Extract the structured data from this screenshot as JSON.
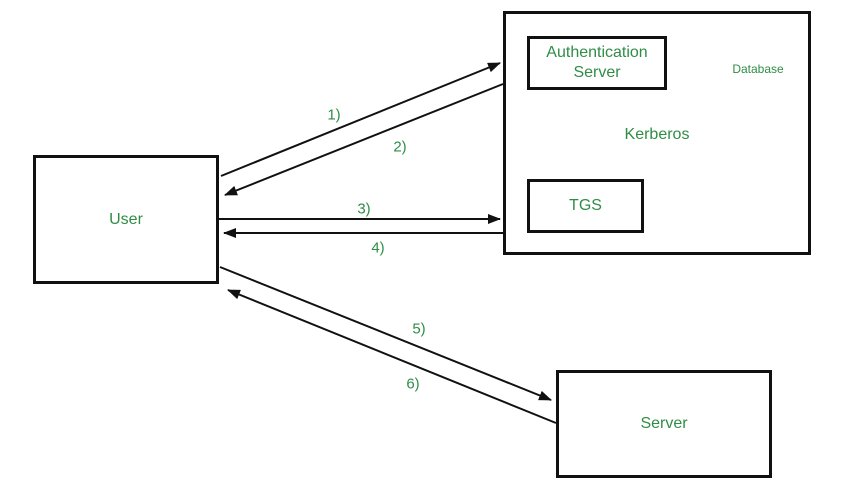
{
  "diagram": {
    "background_color": "#ffffff",
    "line_color": "#111111",
    "text_color": "#2F8D46",
    "nodes": {
      "user": {
        "label": "User",
        "shape": "rectangle"
      },
      "kerberos": {
        "label": "Kerberos",
        "shape": "rectangle-container"
      },
      "authentication_server": {
        "label": "Authentication Server",
        "shape": "rectangle",
        "inside": "kerberos"
      },
      "database": {
        "label": "Database",
        "shape": "cylinder",
        "inside": "kerberos"
      },
      "tgs": {
        "label": "TGS",
        "shape": "rectangle",
        "inside": "kerberos"
      },
      "server": {
        "label": "Server",
        "shape": "rectangle"
      }
    },
    "arrows": [
      {
        "label": "1)",
        "from": "User",
        "to": "Authentication Server"
      },
      {
        "label": "2)",
        "from": "Authentication Server",
        "to": "User"
      },
      {
        "label": "3)",
        "from": "User",
        "to": "TGS"
      },
      {
        "label": "4)",
        "from": "TGS",
        "to": "User"
      },
      {
        "label": "5)",
        "from": "User",
        "to": "Server"
      },
      {
        "label": "6)",
        "from": "Server",
        "to": "User"
      }
    ]
  }
}
